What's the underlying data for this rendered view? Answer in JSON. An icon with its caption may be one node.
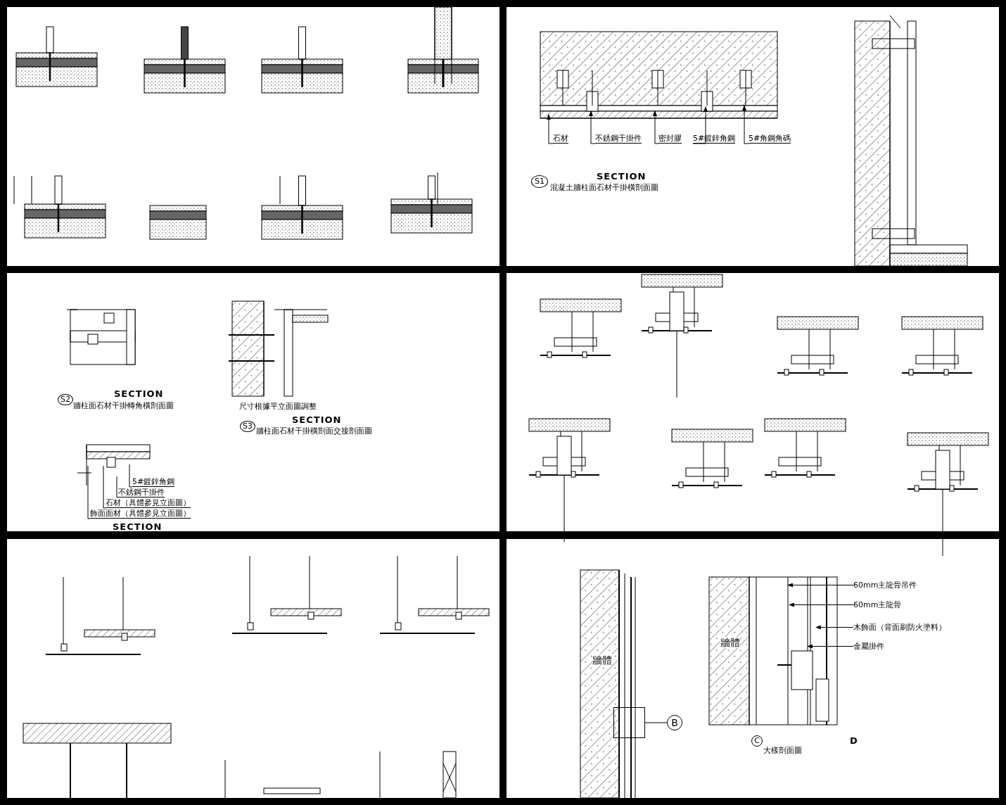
{
  "diagram": {
    "nodes": [
      {
        "text": [
          "石材"
        ]
      },
      {
        "text": [
          "不銹鋼干掛件"
        ]
      },
      {
        "text": [
          "密封膠"
        ]
      },
      {
        "text": [
          "5#鍍鋅角鋼"
        ]
      },
      {
        "text": [
          "5#角鋼角碼"
        ]
      },
      {
        "text": [
          "S1"
        ]
      },
      {
        "text": [
          "S2"
        ]
      },
      {
        "text": [
          "S3"
        ]
      },
      {
        "text": [
          "5#鍍鋅角鋼"
        ]
      },
      {
        "text": [
          "不銹鋼干掛件"
        ]
      },
      {
        "text": [
          "石材（具體參見立面圖）"
        ]
      },
      {
        "text": [
          "飾面面材（具體參見立面圖）"
        ]
      },
      {
        "text": [
          "60mm主龍骨吊件"
        ]
      },
      {
        "text": [
          "60mm主龍骨"
        ]
      },
      {
        "text": [
          "木飾面（背面刷防火塗料）"
        ]
      },
      {
        "text": [
          "金屬掛件"
        ]
      },
      {
        "text": [],
        "shape": "box"
      },
      {
        "text": [
          "B"
        ]
      },
      {
        "text": [
          "C"
        ]
      }
    ],
    "edges": [
      {
        "from": 0,
        "to": null,
        "arrow": "to"
      },
      {
        "from": 1,
        "to": null,
        "arrow": "to"
      },
      {
        "from": 2,
        "to": null,
        "arrow": "to"
      },
      {
        "from": 3,
        "to": null,
        "arrow": "to"
      },
      {
        "from": 4,
        "to": null,
        "arrow": "to"
      },
      {
        "from": 8,
        "to": null,
        "arrow": "none"
      },
      {
        "from": 9,
        "to": null,
        "arrow": "none"
      },
      {
        "from": 10,
        "to": null,
        "arrow": "none"
      },
      {
        "from": 11,
        "to": null,
        "arrow": "none"
      },
      {
        "from": 12,
        "to": null,
        "arrow": "to"
      },
      {
        "from": 13,
        "to": null,
        "arrow": "to"
      },
      {
        "from": 14,
        "to": null,
        "arrow": "to"
      },
      {
        "from": 15,
        "to": null,
        "arrow": "to"
      },
      {
        "from": 17,
        "to": 16,
        "arrow": "none"
      }
    ],
    "labels": [
      "SECTION",
      "混凝土牆柱面石材干掛橫剖面圖",
      "SECTION",
      "牆柱面石材干掛轉角橫剖面圖",
      "尺寸根據平立面圖調整",
      "SECTION",
      "牆柱面石材干掛橫剖面交接剖面圖",
      "SECTION",
      "牆體",
      "牆體",
      "D",
      "大樣剖面圖"
    ]
  }
}
